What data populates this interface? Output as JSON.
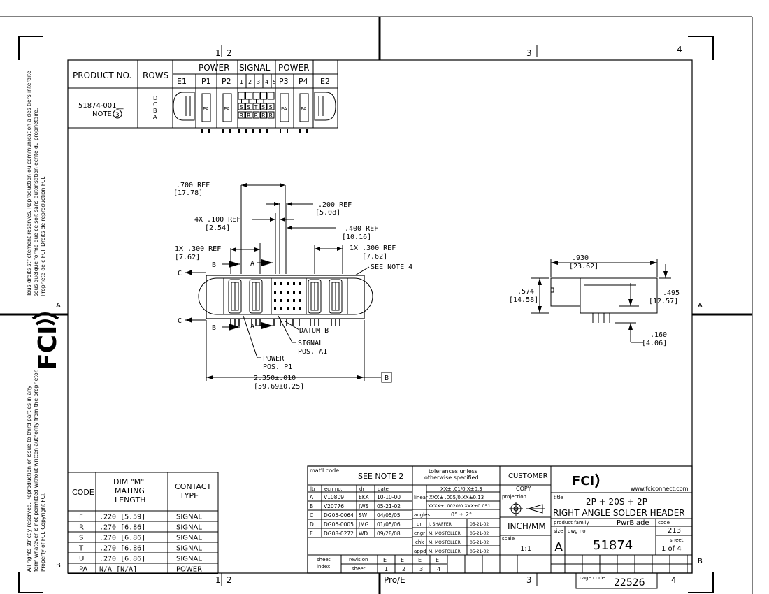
{
  "zones": {
    "top": [
      "1",
      "2",
      "3",
      "4"
    ],
    "bottom": [
      "1",
      "2",
      "Pro/E",
      "3",
      "4"
    ],
    "side": [
      "A",
      "B"
    ]
  },
  "side_notice_top": [
    "Tous droits strictement reserves. Reproduction ou communication a des tiers interdite",
    "sous quelque forme que ce soit sans autorisation ecrite du proprietaire.",
    "Propriete de c FCI. Droits de reproduction FCI."
  ],
  "side_notice_bottom": [
    "All rights strictly reserved. Reproduction or issue to third parties in any",
    "form whatever is not permitted without written authority from the proprietor.",
    "Property of FCI. Copyright FCI."
  ],
  "side_logo": "FCI",
  "product_table": {
    "headers": {
      "product": "PRODUCT NO.",
      "rows": "ROWS",
      "power": "POWER",
      "signal": "SIGNAL",
      "power2": "POWER"
    },
    "cols": [
      "E1",
      "P1",
      "P2",
      "1",
      "2",
      "3",
      "4",
      "5",
      "P3",
      "P4",
      "E2"
    ],
    "product_no": "51874-001__",
    "note": "NOTE",
    "note_num": "3",
    "rows_list": [
      "D",
      "C",
      "B",
      "A"
    ],
    "pa_label": "PA",
    "signal_letters": [
      "S",
      "S",
      "T",
      "S",
      "S"
    ],
    "r_letter": "R"
  },
  "dims": {
    "d700": ".700  REF",
    "d700m": "[17.78]",
    "d200": ".200  REF",
    "d200m": "[5.08]",
    "d100": "4X .100  REF",
    "d100m": "[2.54]",
    "d400": ".400  REF",
    "d400m": "[10.16]",
    "d300a": "1X .300  REF",
    "d300am": "[7.62]",
    "d300b": "1X .300  REF",
    "d300bm": "[7.62]",
    "see_note4": "SEE NOTE 4",
    "datum_b": "DATUM B",
    "signal_pos": "SIGNAL",
    "signal_pos2": "POS. A1",
    "power_pos": "POWER",
    "power_pos2": "POS. P1",
    "overall": "2.350±.010",
    "overall_m": "[59.69±0.25]",
    "datum_box": "B",
    "c": "C",
    "b": "B",
    "a": "A",
    "d930": ".930",
    "d930m": "[23.62]",
    "d574": ".574",
    "d574m": "[14.58]",
    "d495": ".495",
    "d495m": "[12.57]",
    "d160": ".160",
    "d160m": "[4.06]"
  },
  "code_table": {
    "headers": [
      "CODE",
      "DIM \"M\"",
      "MATING",
      "LENGTH",
      "CONTACT",
      "TYPE"
    ],
    "rows": [
      [
        "F",
        ".220   [5.59]",
        "SIGNAL"
      ],
      [
        "R",
        ".270   [6.86]",
        "SIGNAL"
      ],
      [
        "S",
        ".270   [6.86]",
        "SIGNAL"
      ],
      [
        "T",
        ".270   [6.86]",
        "SIGNAL"
      ],
      [
        "U",
        ".270   [6.86]",
        "SIGNAL"
      ],
      [
        "PA",
        "N/A    [N/A]",
        "POWER"
      ]
    ]
  },
  "title_block": {
    "matl": "mat'l code",
    "see_note2": "SEE NOTE 2",
    "rev_headers": [
      "ltr",
      "ecn no.",
      "dr",
      "date"
    ],
    "revisions": [
      [
        "A",
        "V10809",
        "EKK",
        "10-10-00"
      ],
      [
        "B",
        "V20776",
        "JWS",
        "05-21-02"
      ],
      [
        "C",
        "DG05-0064",
        "SW",
        "04/05/05"
      ],
      [
        "D",
        "DG06-0005",
        "JMG",
        "01/05/06"
      ],
      [
        "E",
        "DG08-0272",
        "WD",
        "09/28/08"
      ]
    ],
    "tolerances": [
      "tolerances unless",
      "otherwise specified"
    ],
    "tol_rows": [
      "XX± .01/0.X±0.3",
      "XXX± .005/0.XX±0.13",
      "XXXX± .0020/0.XXX±0.051",
      "0° ± 2°"
    ],
    "tol_labels": [
      "linear",
      "angles",
      "dr",
      "engr",
      "chk",
      "appd"
    ],
    "signers": [
      [
        "J. SHAFFER",
        "05-21-02"
      ],
      [
        "M. MOSTOLLER",
        "05-21-02"
      ],
      [
        "M. MOSTOLLER",
        "05-21-02"
      ],
      [
        "M. MOSTOLLER",
        "05-21-02"
      ]
    ],
    "customer": "CUSTOMER",
    "copy": "COPY",
    "projection": "projection",
    "units": "INCH/MM",
    "scale_lbl": "scale",
    "scale": "1:1",
    "logo": "FCI",
    "website": "www.fciconnect.com",
    "title_lbl": "title",
    "title1": "2P  +  20S  +  2P",
    "title2": "RIGHT ANGLE SOLDER HEADER",
    "family_lbl": "product family",
    "family": "PwrBlade",
    "code_lbl": "code",
    "code": "213",
    "size_lbl": "size",
    "dwg_lbl": "dwg no",
    "size": "A",
    "dwg_no": "51874",
    "sheet_lbl": "sheet",
    "sheet": "1 of 4",
    "sheet_index": [
      "sheet",
      "index"
    ],
    "revision": "revision",
    "sheet2": "sheet",
    "idx_revs": [
      "E",
      "E",
      "E",
      "E"
    ],
    "idx_sheets": [
      "1",
      "2",
      "3",
      "4"
    ],
    "cage_lbl": "cage code",
    "cage": "22526"
  }
}
